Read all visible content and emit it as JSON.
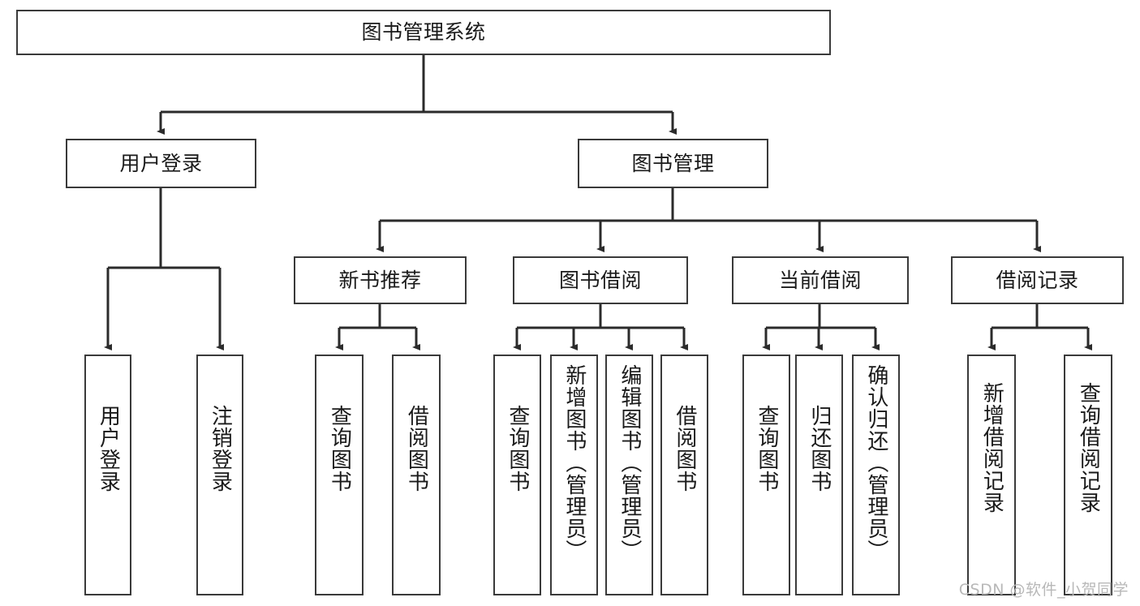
{
  "diagram": {
    "title": "图书管理系统",
    "type": "tree-hierarchy-chart",
    "root": {
      "label": "图书管理系统"
    },
    "level2": [
      {
        "label": "用户登录"
      },
      {
        "label": "图书管理"
      }
    ],
    "level3": [
      {
        "label": "新书推荐"
      },
      {
        "label": "图书借阅"
      },
      {
        "label": "当前借阅"
      },
      {
        "label": "借阅记录"
      }
    ],
    "leaves": [
      {
        "label": "用户登录",
        "parent": "用户登录"
      },
      {
        "label": "注销登录",
        "parent": "用户登录"
      },
      {
        "label": "查询图书",
        "parent": "新书推荐"
      },
      {
        "label": "借阅图书",
        "parent": "新书推荐"
      },
      {
        "label": "查询图书",
        "parent": "图书借阅"
      },
      {
        "label": "新增图书（管理员）",
        "parent": "图书借阅"
      },
      {
        "label": "编辑图书（管理员）",
        "parent": "图书借阅"
      },
      {
        "label": "借阅图书",
        "parent": "图书借阅"
      },
      {
        "label": "查询图书",
        "parent": "当前借阅"
      },
      {
        "label": "归还图书",
        "parent": "当前借阅"
      },
      {
        "label": "确认归还（管理员）",
        "parent": "当前借阅"
      },
      {
        "label": "新增借阅记录",
        "parent": "借阅记录"
      },
      {
        "label": "查询借阅记录",
        "parent": "借阅记录"
      }
    ]
  },
  "watermark": {
    "text": "CSDN @软件_小贺同学"
  },
  "colors": {
    "node_border": "#3a3a3a",
    "node_fill": "#ffffff",
    "edge": "#2b2b2b",
    "text": "#1a1a1a",
    "watermark": "#b8b8b8",
    "background": "#ffffff"
  }
}
